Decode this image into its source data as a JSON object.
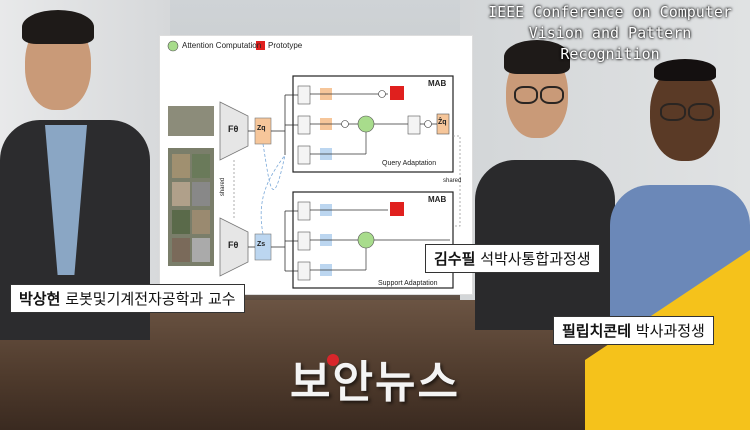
{
  "conference": {
    "title": "IEEE Conference on Computer\nVision and Pattern\nRecognition"
  },
  "diagram": {
    "legend": {
      "attention": "Attention Computation",
      "prototype": "Prototype"
    },
    "labels": {
      "encoder_top": "Fθ",
      "encoder_bottom": "Fθ",
      "z_query": "Zq",
      "z_support": "Zs",
      "shared_left": "shared",
      "shared_right": "shared",
      "mab_top": "MAB",
      "mab_bottom": "MAB",
      "query_adaptation": "Query Adaptation",
      "support_adaptation": "Support Adaptation",
      "z_out": "Ẑq"
    },
    "colors": {
      "orange": "#f6c69a",
      "blue": "#bcd6f0",
      "green": "#a8dc8c",
      "red": "#e0201e",
      "gray": "#cfcfcf"
    }
  },
  "captions": {
    "left": {
      "name": "박상현",
      "role": "로봇및기계전자공학과 교수"
    },
    "middle": {
      "name": "김수필",
      "role": "석박사통합과정생"
    },
    "right": {
      "name": "필립치콘테",
      "role": "박사과정생"
    }
  },
  "logo": {
    "text": "보안뉴스"
  },
  "accent": {
    "yellow": "#f5c21b",
    "logo_dot": "#d9262b"
  }
}
